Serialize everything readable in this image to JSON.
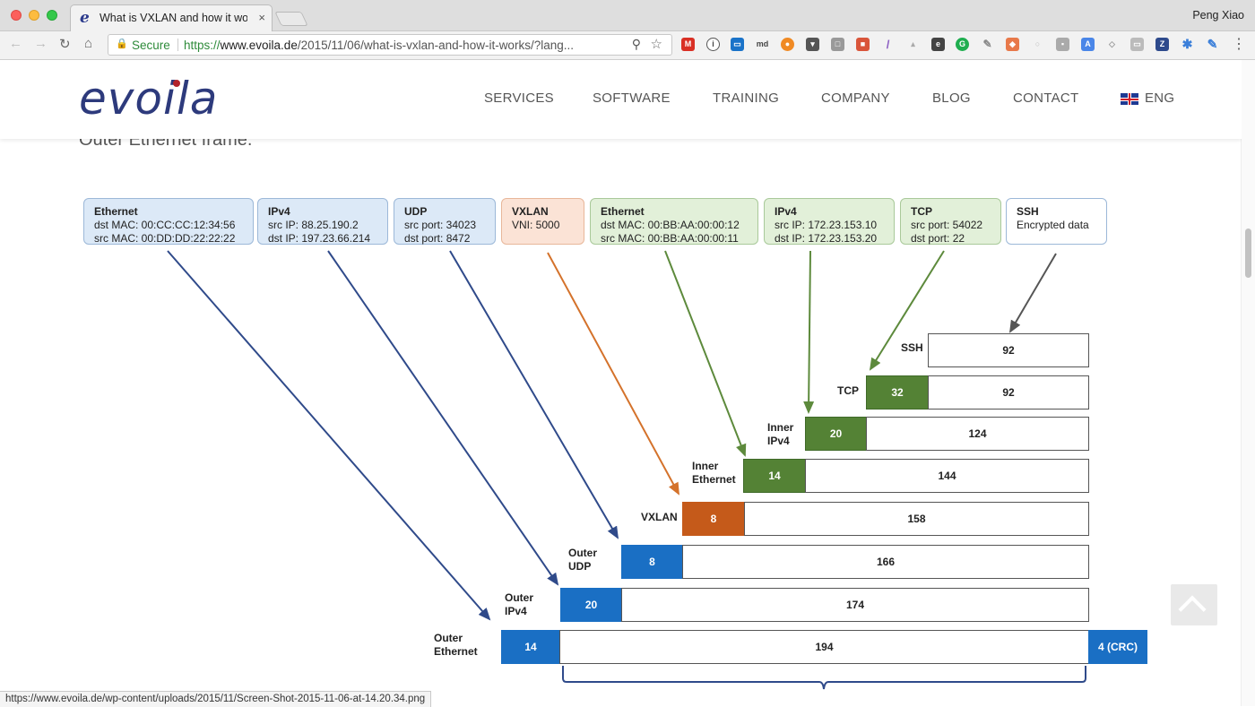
{
  "browser": {
    "tab_title": "What is VXLAN and how it wo",
    "tab_close": "×",
    "user": "Peng Xiao",
    "secure_label": "Secure",
    "url_proto": "https://",
    "url_host": "www.evoila.de",
    "url_path": "/2015/11/06/what-is-vxlan-and-how-it-works/?lang...",
    "status_url": "https://www.evoila.de/wp-content/uploads/2015/11/Screen-Shot-2015-11-06-at-14.20.34.png"
  },
  "site": {
    "logo": "evoila",
    "nav": [
      "SERVICES",
      "SOFTWARE",
      "TRAINING",
      "COMPANY",
      "BLOG",
      "CONTACT"
    ],
    "lang": "ENG",
    "partial_heading": "Outer Ethernet frame."
  },
  "diagram": {
    "headers": [
      {
        "title": "Ethernet",
        "l1": "dst MAC: 00:CC:CC:12:34:56",
        "l2": "src MAC: 00:DD:DD:22:22:22"
      },
      {
        "title": "IPv4",
        "l1": "src IP: 88.25.190.2",
        "l2": "dst IP: 197.23.66.214"
      },
      {
        "title": "UDP",
        "l1": "src port: 34023",
        "l2": "dst port: 8472"
      },
      {
        "title": "VXLAN",
        "l1": "VNI: 5000",
        "l2": ""
      },
      {
        "title": "Ethernet",
        "l1": "dst MAC: 00:BB:AA:00:00:12",
        "l2": "src MAC: 00:BB:AA:00:00:11"
      },
      {
        "title": "IPv4",
        "l1": "src IP: 172.23.153.10",
        "l2": "dst IP: 172.23.153.20"
      },
      {
        "title": "TCP",
        "l1": "src port: 54022",
        "l2": "dst port: 22"
      },
      {
        "title": "SSH",
        "l1": "Encrypted data",
        "l2": ""
      }
    ],
    "rows": [
      {
        "label1": "SSH",
        "label2": "",
        "header": "",
        "rest": "92"
      },
      {
        "label1": "TCP",
        "label2": "",
        "header": "32",
        "rest": "92"
      },
      {
        "label1": "Inner",
        "label2": "IPv4",
        "header": "20",
        "rest": "124"
      },
      {
        "label1": "Inner",
        "label2": "Ethernet",
        "header": "14",
        "rest": "144"
      },
      {
        "label1": "VXLAN",
        "label2": "",
        "header": "8",
        "rest": "158"
      },
      {
        "label1": "Outer",
        "label2": "UDP",
        "header": "8",
        "rest": "166"
      },
      {
        "label1": "Outer",
        "label2": "IPv4",
        "header": "20",
        "rest": "174"
      },
      {
        "label1": "Outer",
        "label2": "Ethernet",
        "header": "14",
        "rest": "194",
        "trailer": "4 (CRC)"
      }
    ],
    "colors": {
      "outer_blue": "#1a6fc4",
      "vxlan_orange": "#c55a1a",
      "inner_green": "#548235",
      "ssh_arrow": "#555555"
    }
  }
}
